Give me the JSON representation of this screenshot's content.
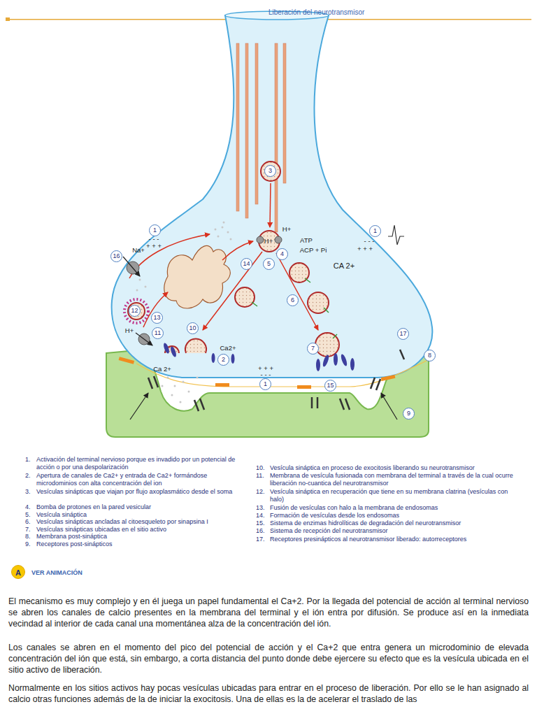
{
  "diagram": {
    "title": "Liberación del neurotransmisor",
    "nodes": [
      {
        "text": [
          "A",
          "VER ANIMACIÓN"
        ]
      }
    ],
    "labels": [
      "3",
      "H+",
      "H+",
      "ATP",
      "1",
      "- - -",
      "+ + +",
      "1",
      "- - -",
      "+ + +",
      "ACP + Pi",
      "4",
      "16",
      "Na+",
      "14",
      "5",
      "CA 2+",
      "6",
      "12",
      "13",
      "10",
      "11",
      "17",
      "H+",
      "Ca2+",
      "7",
      "8",
      "2",
      "+ + +",
      "Ca 2+",
      "- - -",
      "1",
      "15",
      "9",
      "1.",
      "Activación del terminal nervioso porque es invadido por un potencial de acción o por una despolarización",
      "2.",
      "Apertura de canales de Ca2+ y entrada de Ca2+ formándose microdominios con alta concentración del ion",
      "3.",
      "Vesículas sinápticas que viajan por flujo axoplasmático desde el soma",
      "4.",
      "Bomba de protones en la pared vesicular",
      "5.",
      "Vesícula sináptica",
      "6.",
      "Vesículas sinápticas ancladas al citoesqueleto por sinapsina I",
      "7.",
      "Vesículas sinápticas ubicadas en el sitio activo",
      "8.",
      "Membrana post-sináptica",
      "9.",
      "Receptores post-sinápticos",
      "10.",
      "Vesícula sináptica en proceso de exocitosis liberando su neurotransmisor",
      "11.",
      "Membrana de vesícula fusionada con membrana del terminal a través de la cual ocurre liberación no-cuantica del neurotransmisor",
      "12.",
      "Vesícula sináptica en recuperación que tiene en su membrana clatrina (vesículas con halo)",
      "13.",
      "Fusión de vesículas con halo a la membrana de endosomas",
      "14.",
      "Formación de vesículas desde los endosomas",
      "15.",
      "Sistema de enzimas hidrolíticas de degradación del neurotransmisor",
      "16.",
      "Sistema de recepción del neurotransmisor",
      "17.",
      "Receptores presinápticos al neurotransmisor liberado: autorreceptores",
      "El mecanismo es muy complejo y en él juega un papel fundamental el Ca+2. Por la llegada del potencial de acción al terminal nervioso se abren los canales de calcio presentes en la membrana del terminal y el ión entra por difusión. Se produce así en la inmediata vecindad al interior de cada canal una momentánea alza de la concentración del ión.",
      "Los canales se abren en el momento del pico del potencial de acción y el Ca+2 que entra genera un microdominio de elevada concentración del ión que está, sin embargo, a corta distancia del punto donde debe ejercere su efecto que es la vesícula ubicada en el sitio activo de liberación.",
      "Normalmente en los sitios activos hay pocas vesículas ubicadas para entrar en el proceso de liberación. Por ello se le han asignado al calcio otras funciones además de la de iniciar la exocitosis. Una de ellas es la de acelerar el traslado de las"
    ]
  }
}
